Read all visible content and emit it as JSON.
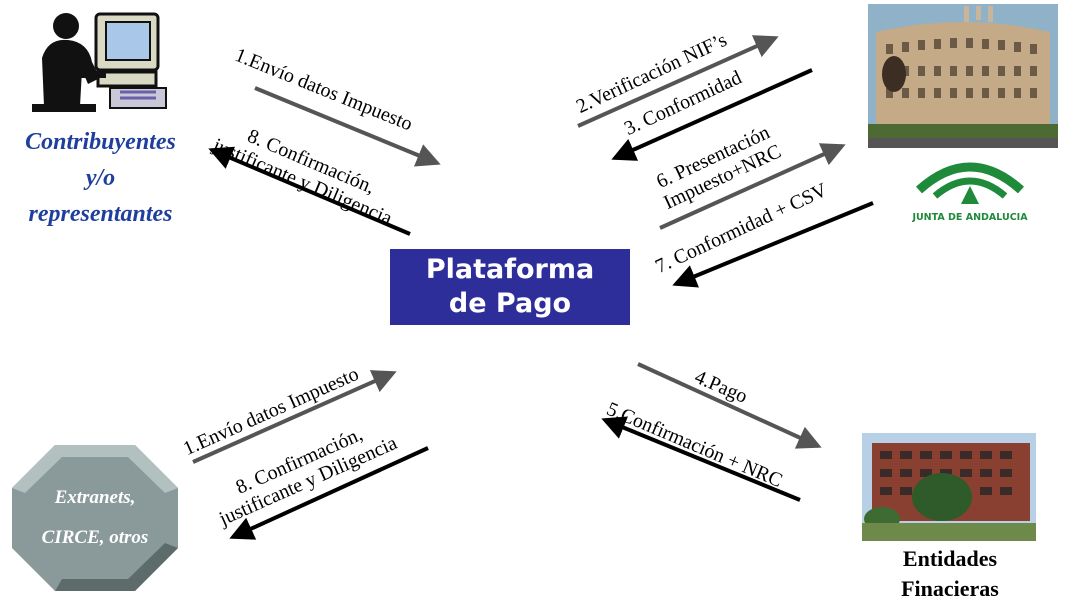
{
  "platform": {
    "line1": "Plataforma",
    "line2": "de Pago"
  },
  "contribuyentes": {
    "line1": "Contribuyentes",
    "line2": "y/o",
    "line3": "representantes"
  },
  "junta": {
    "logo_text": "JUNTA DE ANDALUCIA"
  },
  "entidades": {
    "line1": "Entidades",
    "line2": "Finacieras"
  },
  "extranets": {
    "line1": "Extranets,",
    "line2": "CIRCE, otros"
  },
  "arrows": {
    "top_left_out": "1.Envío datos Impuesto",
    "top_left_back_1": "8. Confirmación,",
    "top_left_back_2": "justificante y Diligencia",
    "verif": "2.Verificación NIF’s",
    "conformidad": "3. Conformidad",
    "presentacion_1": "6. Presentación",
    "presentacion_2": "Impuesto+NRC",
    "conformidad_csv": "7. Conformidad + CSV",
    "bottom_left_out": "1.Envío datos Impuesto",
    "bottom_left_back_1": "8. Confirmación,",
    "bottom_left_back_2": "justificante y Diligencia",
    "pago": "4.Pago",
    "confirmacion_nrc": "5.Confirmación + NRC"
  },
  "colors": {
    "platform_bg": "#2e2e9a",
    "contrib_text": "#1f3f9e",
    "octagon": "#8a9a9a",
    "arrow_gray": "#555555",
    "arrow_black": "#000000",
    "junta_green": "#1e8a3a"
  },
  "icons": [
    "computer-user-icon",
    "government-building-image",
    "junta-andalucia-logo",
    "bank-building-image",
    "octagon-shape"
  ]
}
